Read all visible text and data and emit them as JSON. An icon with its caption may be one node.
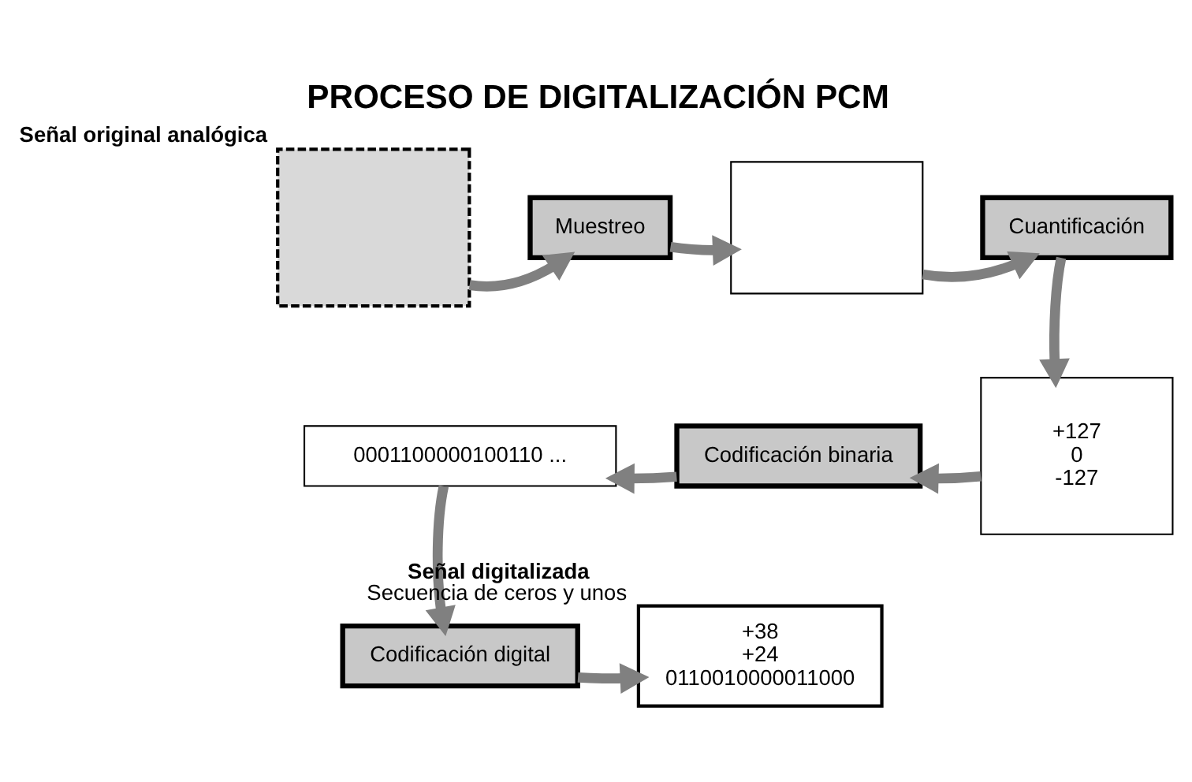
{
  "diagram": {
    "title": "PROCESO DE DIGITALIZACIÓN PCM",
    "nodes": [
      {
        "text": [],
        "shape": "box",
        "beside": [
          "Señal original analógica"
        ]
      },
      {
        "text": [
          "Muestreo"
        ]
      },
      {
        "text": [],
        "shape": "box"
      },
      {
        "text": [
          "Cuantificación"
        ]
      },
      {
        "text": [
          "+127",
          "0",
          "-127"
        ]
      },
      {
        "text": [
          "Codificación binaria"
        ]
      },
      {
        "text": [
          "0001100000100110 ..."
        ]
      },
      {
        "text": [
          "Codificación digital"
        ]
      },
      {
        "text": [
          "+38",
          "+24",
          "0110010000011000"
        ],
        "beside": [
          "Señal digitalizada",
          "Secuencia de ceros y unos"
        ]
      }
    ],
    "edges": [
      {
        "from": 0,
        "to": 1,
        "arrow": "to"
      },
      {
        "from": 1,
        "to": 2,
        "arrow": "to"
      },
      {
        "from": 2,
        "to": 3,
        "arrow": "to"
      },
      {
        "from": 3,
        "to": 4,
        "arrow": "to"
      },
      {
        "from": 4,
        "to": 5,
        "arrow": "to"
      },
      {
        "from": 5,
        "to": 6,
        "arrow": "to"
      },
      {
        "from": 6,
        "to": 7,
        "arrow": "to"
      },
      {
        "from": 7,
        "to": 8,
        "arrow": "to"
      }
    ]
  }
}
